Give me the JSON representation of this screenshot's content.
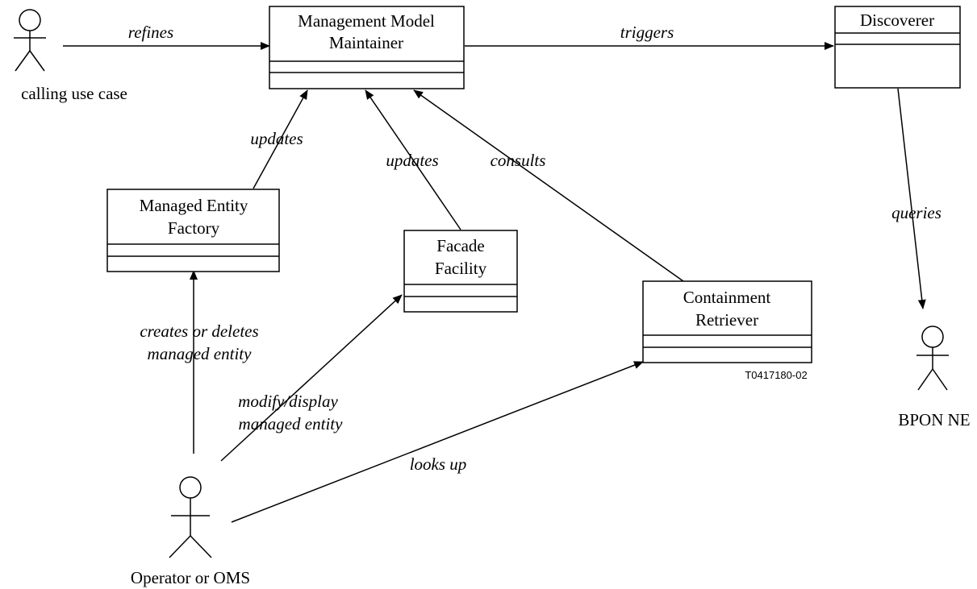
{
  "actors": {
    "calling_use_case": "calling use case",
    "bpon_ne": "BPON NE",
    "operator": "Operator or OMS"
  },
  "classes": {
    "mmm": [
      "Management Model",
      "Maintainer"
    ],
    "discoverer": [
      "Discoverer"
    ],
    "mef": [
      "Managed Entity",
      "Factory"
    ],
    "facade": [
      "Facade",
      "Facility"
    ],
    "containment": [
      "Containment",
      "Retriever"
    ]
  },
  "relations": {
    "refines": "refines",
    "triggers": "triggers",
    "queries": "queries",
    "mef_updates": "updates",
    "facade_updates": "updates",
    "consults": "consults",
    "creates": [
      "creates or deletes",
      "managed entity"
    ],
    "modify": [
      "modify/display",
      "managed entity"
    ],
    "looks_up": "looks up"
  },
  "figure_code": "T0417180-02"
}
